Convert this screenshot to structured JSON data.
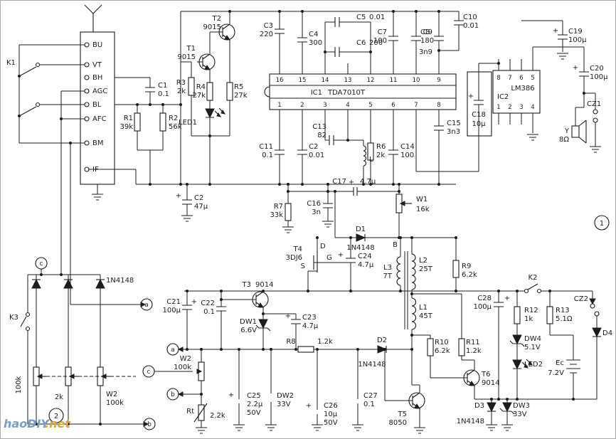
{
  "watermark": {
    "part1": "haoDIY",
    "part2": ".net"
  },
  "connector": {
    "pins": [
      "BU",
      "VT",
      "BH",
      "AGC",
      "BL",
      "AFC",
      "BM",
      "IF"
    ]
  },
  "badges": {
    "page1": "1",
    "page2": "2",
    "a": "a",
    "b": "b",
    "c": "c"
  },
  "ic1": {
    "name": "IC1",
    "part": "TDA7010T",
    "pins_top": [
      "16",
      "15",
      "14",
      "13",
      "12",
      "11",
      "10",
      "9"
    ],
    "pins_bottom": [
      "1",
      "2",
      "3",
      "4",
      "5",
      "6",
      "7",
      "8"
    ]
  },
  "ic2": {
    "name": "IC2",
    "part": "LM386",
    "pins_top": [
      "8",
      "7",
      "6",
      "5"
    ],
    "pins_bottom": [
      "1",
      "2",
      "3",
      "4"
    ]
  },
  "c": {
    "plus": "+",
    "k1": {
      "n": "K1"
    },
    "k2": {
      "n": "K2"
    },
    "k3": {
      "n": "K3"
    },
    "c1": {
      "n": "C1",
      "v": "0.1"
    },
    "c2a": {
      "n": "C2",
      "v": "47µ"
    },
    "c2b": {
      "n": "C2",
      "v": "0.01"
    },
    "c3": {
      "n": "C3",
      "v": "220"
    },
    "c4": {
      "n": "C4",
      "v": "300"
    },
    "c5": {
      "n": "C5",
      "v": "0.01"
    },
    "c6": {
      "n": "C6",
      "v": "200"
    },
    "c7": {
      "n": "C7",
      "v": "100"
    },
    "c8": {
      "n": "C8",
      "v": "180"
    },
    "c9": {
      "n": "C9",
      "v": "3n9"
    },
    "c10": {
      "n": "C10",
      "v": "0.01"
    },
    "c11": {
      "n": "C11",
      "v": "0.1"
    },
    "c13": {
      "n": "C13",
      "v": "82"
    },
    "c14": {
      "n": "C14",
      "v": "100"
    },
    "c15": {
      "n": "C15",
      "v": "3n3"
    },
    "c16": {
      "n": "C16",
      "v": "3n"
    },
    "c17": {
      "n": "C17",
      "v": "4.7µ"
    },
    "c18": {
      "n": "C18",
      "v": "10µ"
    },
    "c19": {
      "n": "C19",
      "v": "100µ"
    },
    "c20": {
      "n": "C20",
      "v": "100µ"
    },
    "c21": {
      "n": "C21",
      "v": "100µ"
    },
    "c22": {
      "n": "C22",
      "v": "0.1"
    },
    "c23": {
      "n": "C23",
      "v": "4.7µ"
    },
    "c24": {
      "n": "C24",
      "v": "4.7µ"
    },
    "c25": {
      "n": "C25",
      "v": "2.2µ",
      "v2": "50V"
    },
    "c26": {
      "n": "C26",
      "v": "10µ",
      "v2": "50V"
    },
    "c27": {
      "n": "C27",
      "v": "0.1"
    },
    "c28": {
      "n": "C28",
      "v": "100µ"
    },
    "r1": {
      "n": "R1",
      "v": "39k"
    },
    "r2": {
      "n": "R2",
      "v": "56k"
    },
    "r3": {
      "n": "R3",
      "v": "2k"
    },
    "r4": {
      "n": "R4",
      "v": "27k"
    },
    "r5": {
      "n": "R5",
      "v": "27k"
    },
    "r6": {
      "n": "R6",
      "v": "2k"
    },
    "r7": {
      "n": "R7",
      "v": "33k"
    },
    "r8": {
      "n": "R8",
      "v": "1.2k"
    },
    "r9": {
      "n": "R9",
      "v": "6.2k"
    },
    "r10": {
      "n": "R10",
      "v": "6.2k"
    },
    "r11": {
      "n": "R11",
      "v": "1.2k"
    },
    "r12": {
      "n": "R12",
      "v": "1k"
    },
    "r13": {
      "n": "R13",
      "v": "5.1Ω"
    },
    "t1": {
      "n": "T1",
      "v": "9015"
    },
    "t2": {
      "n": "T2",
      "v": "9015"
    },
    "t3": {
      "n": "T3",
      "v": "9014"
    },
    "t4": {
      "n": "T4",
      "v": "3DJ6"
    },
    "t5": {
      "n": "T5",
      "v": "8050"
    },
    "t6": {
      "n": "T6",
      "v": "9014"
    },
    "d1": {
      "n": "D1",
      "v": "1N4148"
    },
    "d2": {
      "n": "D2",
      "v": "1N4148"
    },
    "d3": {
      "n": "D3",
      "v": "1N4148"
    },
    "d4": {
      "n": "D4"
    },
    "dk": {
      "v": "1N4148"
    },
    "dw1": {
      "n": "DW1",
      "v": "6.6V"
    },
    "dw2": {
      "n": "DW2",
      "v": "33V"
    },
    "dw3": {
      "n": "DW3",
      "v": "33V"
    },
    "dw4": {
      "n": "DW4",
      "v": "5.1V"
    },
    "w1": {
      "n": "W1",
      "v": "16k"
    },
    "w2a": {
      "n": "W2",
      "v": "100k"
    },
    "w2b": {
      "n": "W2",
      "v": "100k"
    },
    "rt": {
      "n": "Rt",
      "v": "2.2k"
    },
    "led1": {
      "n": "LED1"
    },
    "led2": {
      "n": "LED2"
    },
    "l": {
      "n": "L"
    },
    "l1": {
      "n": "L1",
      "v": "45T"
    },
    "l2": {
      "n": "L2",
      "v": "25T"
    },
    "l3": {
      "n": "L3",
      "v": "7T"
    },
    "b": {
      "n": "B"
    },
    "fet": {
      "d": "D",
      "g": "G",
      "s": "S"
    },
    "cz1": {
      "n": "CZ1"
    },
    "cz2": {
      "n": "CZ2"
    },
    "y": {
      "n": "Y",
      "v": "8Ω"
    },
    "ec": {
      "n": "Ec",
      "v": "7.2V"
    },
    "pot1": {
      "v": "100k"
    },
    "pot2": {
      "v": "2k"
    }
  }
}
